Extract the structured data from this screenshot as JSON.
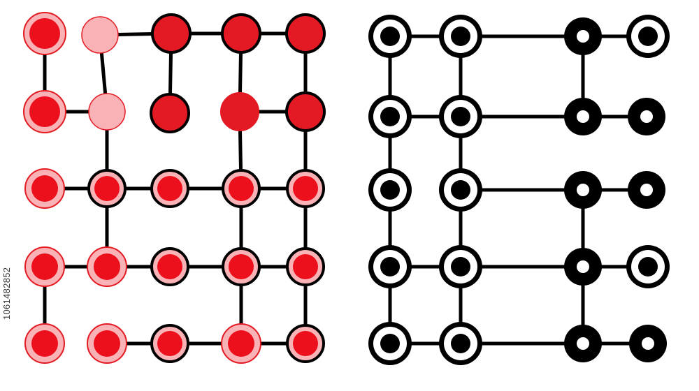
{
  "stock_id": "1061482852",
  "colors": {
    "red_bright": "#ec0f1c",
    "red_pale": "#f9b3b6",
    "red_deep": "#e31a23",
    "outline": "#000000",
    "background": "#ffffff"
  },
  "diagrams": [
    {
      "name": "red-network-diagram",
      "grid": {
        "columns": 5,
        "rows": 5
      },
      "nodes": [
        {
          "col": 0,
          "row": 0,
          "style": "red-solid"
        },
        {
          "col": 1,
          "row": 0,
          "style": "red-pale"
        },
        {
          "col": 2,
          "row": 0,
          "style": "red-outlined"
        },
        {
          "col": 3,
          "row": 0,
          "style": "red-outlined"
        },
        {
          "col": 4,
          "row": 0,
          "style": "red-outlined"
        },
        {
          "col": 0,
          "row": 1,
          "style": "red-solid"
        },
        {
          "col": 1,
          "row": 1,
          "style": "red-pale"
        },
        {
          "col": 2,
          "row": 1,
          "style": "red-outlined"
        },
        {
          "col": 3,
          "row": 1,
          "style": "red-solid-dark"
        },
        {
          "col": 4,
          "row": 1,
          "style": "red-outlined"
        },
        {
          "col": 0,
          "row": 2,
          "style": "red-ringed"
        },
        {
          "col": 1,
          "row": 2,
          "style": "red-ringed-outlined"
        },
        {
          "col": 2,
          "row": 2,
          "style": "red-ringed-outlined"
        },
        {
          "col": 3,
          "row": 2,
          "style": "red-ringed-outlined"
        },
        {
          "col": 4,
          "row": 2,
          "style": "red-ringed-outlined"
        },
        {
          "col": 0,
          "row": 3,
          "style": "red-ringed"
        },
        {
          "col": 1,
          "row": 3,
          "style": "red-ringed"
        },
        {
          "col": 2,
          "row": 3,
          "style": "red-ringed-outlined"
        },
        {
          "col": 3,
          "row": 3,
          "style": "red-ringed-outlined"
        },
        {
          "col": 4,
          "row": 3,
          "style": "red-ringed-outlined"
        },
        {
          "col": 0,
          "row": 4,
          "style": "red-ringed"
        },
        {
          "col": 1,
          "row": 4,
          "style": "red-ringed"
        },
        {
          "col": 2,
          "row": 4,
          "style": "red-ringed-outlined"
        },
        {
          "col": 3,
          "row": 4,
          "style": "red-ringed"
        },
        {
          "col": 4,
          "row": 4,
          "style": "red-ringed-outlined"
        }
      ],
      "edges": [
        {
          "from": [
            1,
            0
          ],
          "to": [
            2,
            0
          ]
        },
        {
          "from": [
            2,
            0
          ],
          "to": [
            3,
            0
          ]
        },
        {
          "from": [
            3,
            0
          ],
          "to": [
            4,
            0
          ]
        },
        {
          "from": [
            0,
            0
          ],
          "to": [
            0,
            1
          ]
        },
        {
          "from": [
            1,
            0
          ],
          "to": [
            1,
            1
          ]
        },
        {
          "from": [
            2,
            0
          ],
          "to": [
            2,
            1
          ]
        },
        {
          "from": [
            3,
            0
          ],
          "to": [
            3,
            1
          ]
        },
        {
          "from": [
            4,
            0
          ],
          "to": [
            4,
            1
          ]
        },
        {
          "from": [
            0,
            1
          ],
          "to": [
            1,
            1
          ]
        },
        {
          "from": [
            3,
            1
          ],
          "to": [
            4,
            1
          ]
        },
        {
          "from": [
            1,
            1
          ],
          "to": [
            1,
            2
          ]
        },
        {
          "from": [
            3,
            1
          ],
          "to": [
            3,
            2
          ]
        },
        {
          "from": [
            4,
            1
          ],
          "to": [
            4,
            2
          ]
        },
        {
          "from": [
            0,
            2
          ],
          "to": [
            1,
            2
          ]
        },
        {
          "from": [
            1,
            2
          ],
          "to": [
            2,
            2
          ]
        },
        {
          "from": [
            2,
            2
          ],
          "to": [
            3,
            2
          ]
        },
        {
          "from": [
            3,
            2
          ],
          "to": [
            4,
            2
          ]
        },
        {
          "from": [
            1,
            2
          ],
          "to": [
            1,
            3
          ]
        },
        {
          "from": [
            3,
            2
          ],
          "to": [
            3,
            3
          ]
        },
        {
          "from": [
            4,
            2
          ],
          "to": [
            4,
            3
          ]
        },
        {
          "from": [
            0,
            3
          ],
          "to": [
            1,
            3
          ]
        },
        {
          "from": [
            1,
            3
          ],
          "to": [
            2,
            3
          ]
        },
        {
          "from": [
            2,
            3
          ],
          "to": [
            3,
            3
          ]
        },
        {
          "from": [
            3,
            3
          ],
          "to": [
            4,
            3
          ]
        },
        {
          "from": [
            0,
            3
          ],
          "to": [
            0,
            4
          ]
        },
        {
          "from": [
            3,
            3
          ],
          "to": [
            3,
            4
          ]
        },
        {
          "from": [
            4,
            3
          ],
          "to": [
            4,
            4
          ]
        },
        {
          "from": [
            1,
            4
          ],
          "to": [
            2,
            4
          ]
        },
        {
          "from": [
            2,
            4
          ],
          "to": [
            3,
            4
          ]
        },
        {
          "from": [
            3,
            4
          ],
          "to": [
            4,
            4
          ]
        }
      ]
    },
    {
      "name": "black-network-diagram",
      "grid": {
        "columns": 4,
        "rows": 5
      },
      "nodes": [
        {
          "col": 0,
          "row": 0,
          "style": "ring-large"
        },
        {
          "col": 1,
          "row": 0,
          "style": "ring-large"
        },
        {
          "col": 2,
          "row": 0,
          "style": "disc-small-hole"
        },
        {
          "col": 3,
          "row": 0,
          "style": "ring-large"
        },
        {
          "col": 0,
          "row": 1,
          "style": "ring-large"
        },
        {
          "col": 1,
          "row": 1,
          "style": "ring-large"
        },
        {
          "col": 2,
          "row": 1,
          "style": "disc-small-hole"
        },
        {
          "col": 3,
          "row": 1,
          "style": "disc-small-hole"
        },
        {
          "col": 0,
          "row": 2,
          "style": "ring-large"
        },
        {
          "col": 1,
          "row": 2,
          "style": "ring-large"
        },
        {
          "col": 2,
          "row": 2,
          "style": "disc-small-hole"
        },
        {
          "col": 3,
          "row": 2,
          "style": "disc-small-hole"
        },
        {
          "col": 0,
          "row": 3,
          "style": "ring-large"
        },
        {
          "col": 1,
          "row": 3,
          "style": "ring-large"
        },
        {
          "col": 2,
          "row": 3,
          "style": "disc-small-hole"
        },
        {
          "col": 3,
          "row": 3,
          "style": "ring-large"
        },
        {
          "col": 0,
          "row": 4,
          "style": "ring-large"
        },
        {
          "col": 1,
          "row": 4,
          "style": "ring-large"
        },
        {
          "col": 2,
          "row": 4,
          "style": "disc-small-hole"
        },
        {
          "col": 3,
          "row": 4,
          "style": "disc-small-hole"
        }
      ],
      "edges": [
        {
          "from": [
            0,
            0
          ],
          "to": [
            1,
            0
          ]
        },
        {
          "from": [
            1,
            0
          ],
          "to": [
            2,
            0
          ]
        },
        {
          "from": [
            2,
            0
          ],
          "to": [
            3,
            0
          ]
        },
        {
          "from": [
            0,
            0
          ],
          "to": [
            0,
            1
          ]
        },
        {
          "from": [
            1,
            0
          ],
          "to": [
            1,
            1
          ]
        },
        {
          "from": [
            2,
            0
          ],
          "to": [
            2,
            1
          ]
        },
        {
          "from": [
            0,
            1
          ],
          "to": [
            1,
            1
          ]
        },
        {
          "from": [
            1,
            1
          ],
          "to": [
            2,
            1
          ]
        },
        {
          "from": [
            2,
            1
          ],
          "to": [
            3,
            1
          ]
        },
        {
          "from": [
            0,
            1
          ],
          "to": [
            0,
            2
          ]
        },
        {
          "from": [
            1,
            1
          ],
          "to": [
            1,
            2
          ]
        },
        {
          "from": [
            1,
            2
          ],
          "to": [
            2,
            2
          ]
        },
        {
          "from": [
            2,
            2
          ],
          "to": [
            3,
            2
          ]
        },
        {
          "from": [
            0,
            2
          ],
          "to": [
            0,
            3
          ]
        },
        {
          "from": [
            1,
            2
          ],
          "to": [
            1,
            3
          ]
        },
        {
          "from": [
            2,
            2
          ],
          "to": [
            2,
            3
          ]
        },
        {
          "from": [
            0,
            3
          ],
          "to": [
            1,
            3
          ]
        },
        {
          "from": [
            1,
            3
          ],
          "to": [
            2,
            3
          ]
        },
        {
          "from": [
            2,
            3
          ],
          "to": [
            3,
            3
          ]
        },
        {
          "from": [
            0,
            3
          ],
          "to": [
            0,
            4
          ]
        },
        {
          "from": [
            1,
            3
          ],
          "to": [
            1,
            4
          ]
        },
        {
          "from": [
            2,
            3
          ],
          "to": [
            2,
            4
          ]
        },
        {
          "from": [
            0,
            4
          ],
          "to": [
            1,
            4
          ]
        },
        {
          "from": [
            1,
            4
          ],
          "to": [
            2,
            4
          ]
        },
        {
          "from": [
            2,
            4
          ],
          "to": [
            3,
            4
          ]
        }
      ]
    }
  ]
}
